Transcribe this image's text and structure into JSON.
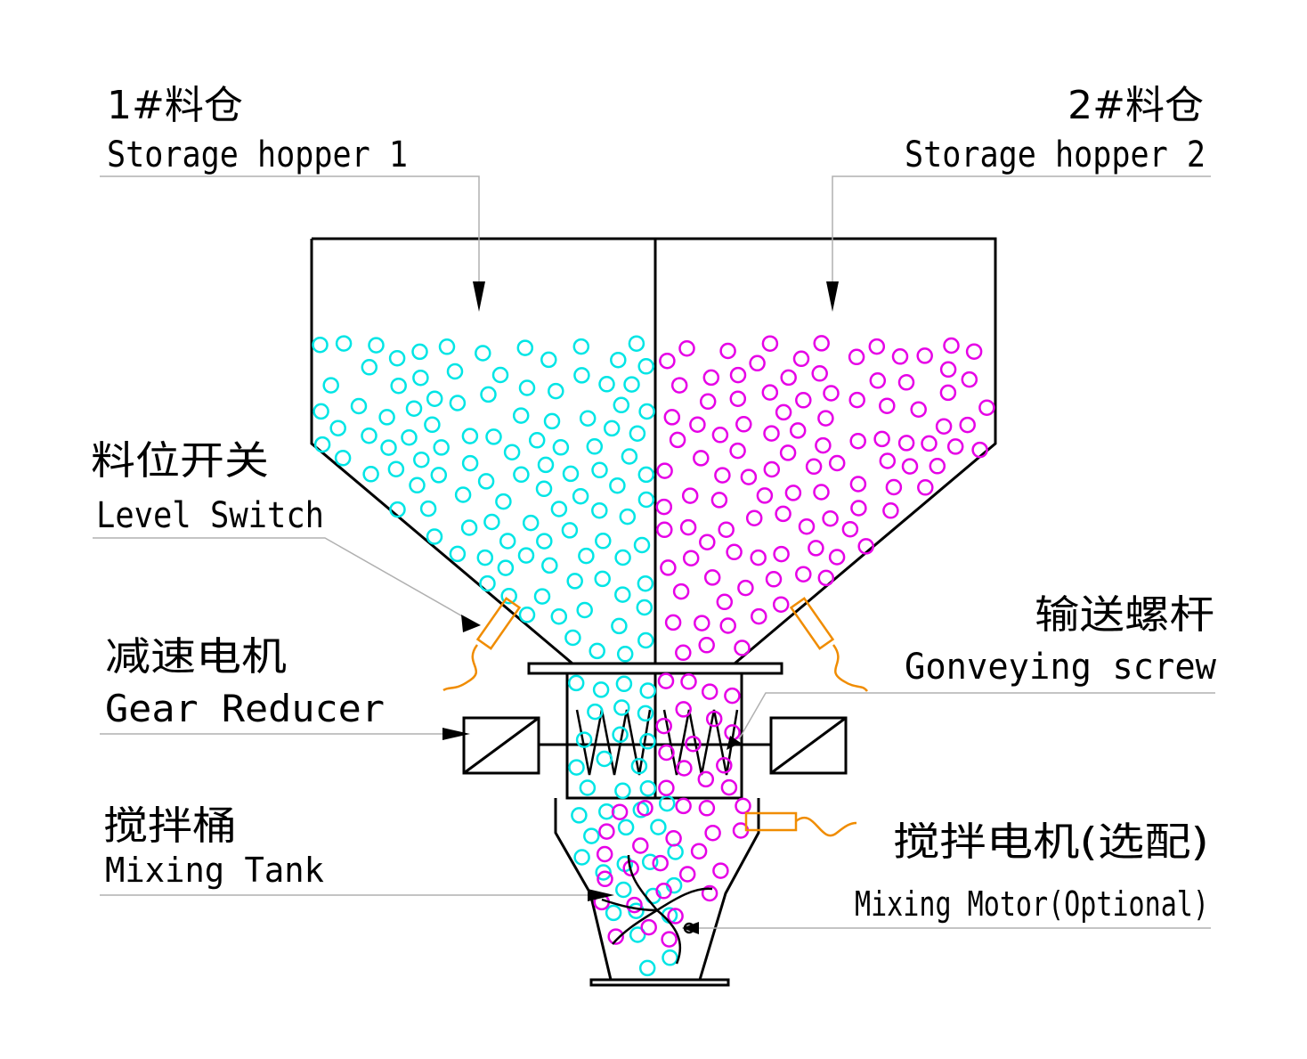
{
  "labels": {
    "hopper1_cn": "1#料仓",
    "hopper1_en": "Storage hopper 1",
    "hopper2_cn": "2#料仓",
    "hopper2_en": "Storage hopper 2",
    "level_switch_cn": "料位开关",
    "level_switch_en": "Level Switch",
    "gear_reducer_cn": "减速电机",
    "gear_reducer_en": "Gear Reducer",
    "conveying_screw_cn": "输送螺杆",
    "conveying_screw_en": "Gonveying screw",
    "mixing_tank_cn": "搅拌桶",
    "mixing_tank_en": "Mixing Tank",
    "mixing_motor_cn": "搅拌电机(选配)",
    "mixing_motor_en": "Mixing Motor(Optional)"
  },
  "colors": {
    "material1": "#00e5e5",
    "material2": "#e600e6",
    "sensor": "#f08c00",
    "line": "#000000",
    "leader": "#b0b0b0"
  }
}
